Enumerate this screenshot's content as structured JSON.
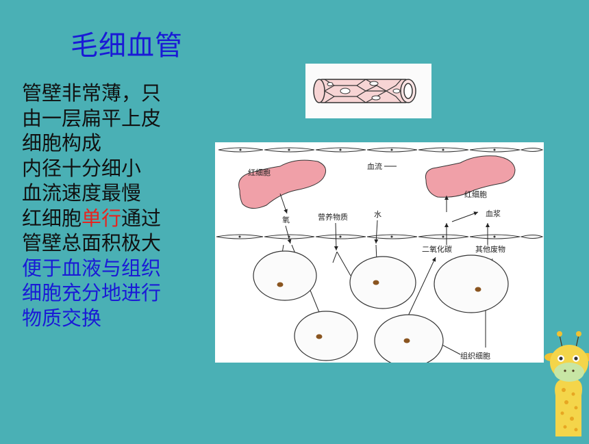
{
  "slide": {
    "title": "毛细血管",
    "lines": [
      [
        {
          "text": "管壁非常薄，只",
          "color": "black"
        }
      ],
      [
        {
          "text": "由一层扁平上皮",
          "color": "black"
        }
      ],
      [
        {
          "text": "细胞构成",
          "color": "black"
        }
      ],
      [
        {
          "text": "内径十分细小",
          "color": "black"
        }
      ],
      [
        {
          "text": "血流速度最慢",
          "color": "black"
        }
      ],
      [
        {
          "text": "红细胞",
          "color": "black"
        },
        {
          "text": "单行",
          "color": "red"
        },
        {
          "text": "通过",
          "color": "black"
        }
      ],
      [
        {
          "text": "管壁总面积极大",
          "color": "black"
        }
      ],
      [
        {
          "text": "便于血液与组织",
          "color": "blue"
        }
      ],
      [
        {
          "text": "细胞充分地进行",
          "color": "blue"
        }
      ],
      [
        {
          "text": "物质交换",
          "color": "blue"
        }
      ]
    ]
  },
  "diagram": {
    "labels": {
      "rbc_left": "红细胞",
      "blood_flow": "血流",
      "rbc_right": "红细胞",
      "plasma": "血浆",
      "oxygen": "氧",
      "nutrients": "营养物质",
      "water": "水",
      "co2": "二氧化碳",
      "waste": "其他废物",
      "tissue_cells": "组织细胞"
    }
  },
  "colors": {
    "background": "#4ab0b5",
    "title": "#1a1ad6",
    "highlight_red": "#e8231e",
    "highlight_blue": "#1a1ad6",
    "rbc_fill": "#f0a0a8"
  },
  "icons": [
    "capillary-tube-icon",
    "giraffe-icon"
  ]
}
